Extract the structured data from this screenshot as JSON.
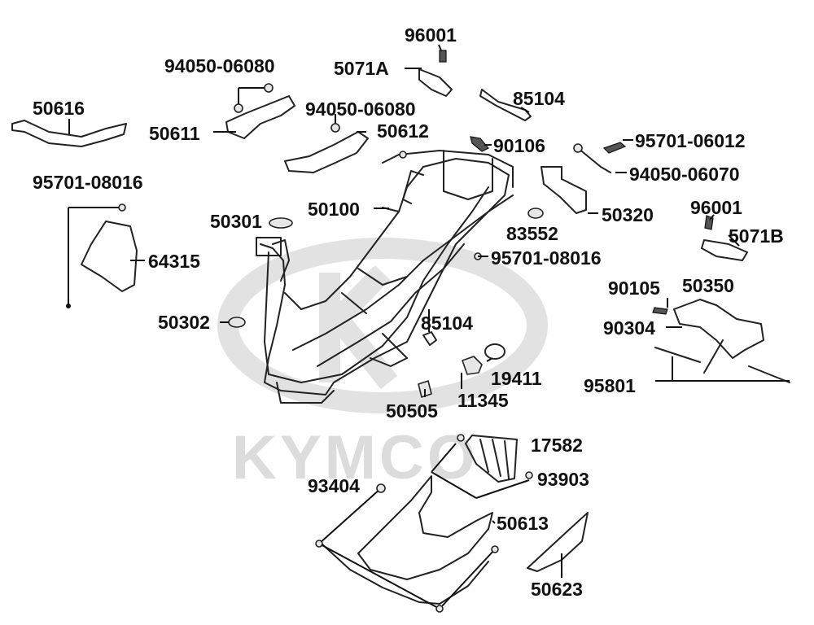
{
  "watermark": {
    "text": "KYMCO",
    "color": "#dcdcdc"
  },
  "labels": {
    "p96001_top": "96001",
    "p94050_06080_a": "94050-06080",
    "p5071A": "5071A",
    "p85104_top": "85104",
    "p50616": "50616",
    "p94050_06080_b": "94050-06080",
    "p50611": "50611",
    "p50612": "50612",
    "p90106": "90106",
    "p95701_06012": "95701-06012",
    "p94050_06070": "94050-06070",
    "p95701_08016_left": "95701-08016",
    "p50100": "50100",
    "p96001_right": "96001",
    "p50320": "50320",
    "p50301": "50301",
    "p83552": "83552",
    "p5071B": "5071B",
    "p64315": "64315",
    "p95701_08016_mid": "95701-08016",
    "p90105": "90105",
    "p50350": "50350",
    "p50302": "50302",
    "p85104_mid": "85104",
    "p90304": "90304",
    "p19411": "19411",
    "p95801": "95801",
    "p11345": "11345",
    "p50505": "50505",
    "p17582": "17582",
    "p93404": "93404",
    "p93903": "93903",
    "p50613": "50613",
    "p50623": "50623"
  }
}
